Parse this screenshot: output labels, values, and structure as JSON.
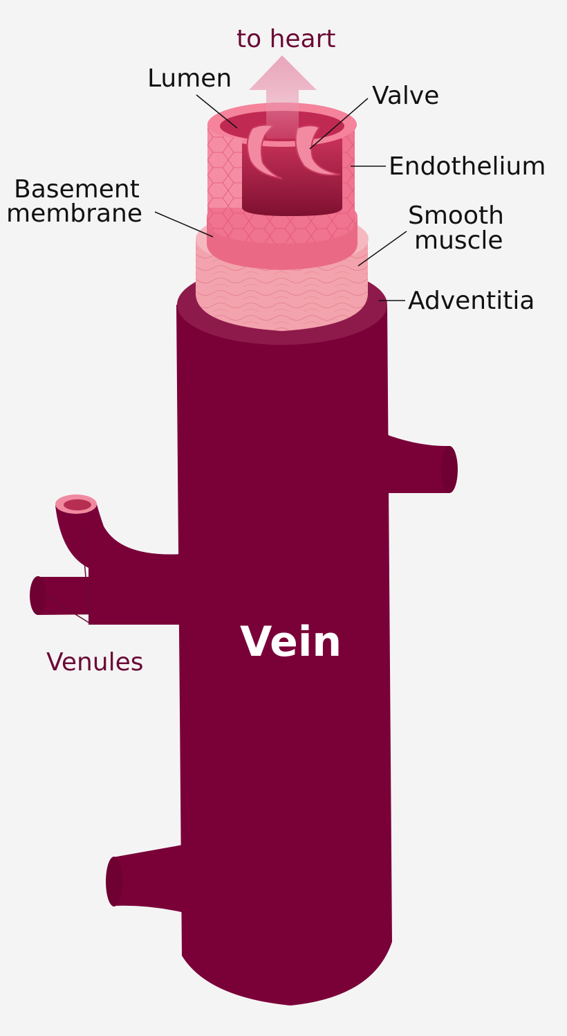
{
  "labels": {
    "to_heart": "to heart",
    "lumen": "Lumen",
    "valve": "Valve",
    "endothelium": "Endothelium",
    "basement_membrane_line1": "Basement",
    "basement_membrane_line2": "membrane",
    "smooth_muscle_line1": "Smooth",
    "smooth_muscle_line2": "muscle",
    "adventitia": "Adventitia",
    "vein": "Vein",
    "venules": "Venules"
  },
  "colors": {
    "background": "#f5f4f4",
    "adventitia": "#7a0038",
    "adventitia_top": "#8e1a4b",
    "smooth_muscle": "#f3a3ad",
    "basement_membrane": "#ea6a86",
    "endothelium": "#f0738f",
    "lumen": "#a52446",
    "arrow": "#e9a0b8",
    "label_text": "#111111",
    "accent_text": "#6a0a36"
  }
}
